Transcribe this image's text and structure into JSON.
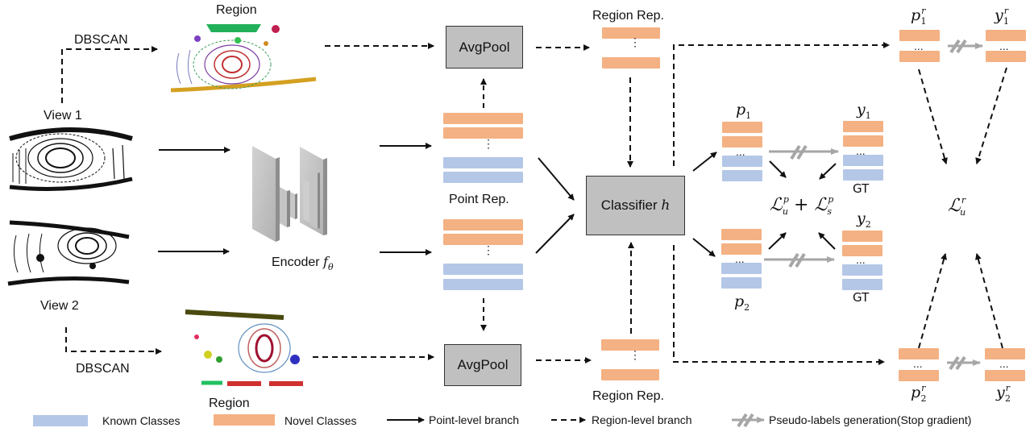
{
  "labels": {
    "dbscan_top": "DBSCAN",
    "dbscan_bottom": "DBSCAN",
    "region_top": "Region",
    "region_bottom": "Region",
    "view1": "View 1",
    "view2": "View 2",
    "encoder": "Encoder",
    "encoder_symbol": "f",
    "encoder_sub": "θ",
    "avgpool_top": "AvgPool",
    "avgpool_bottom": "AvgPool",
    "region_rep_top": "Region Rep.",
    "region_rep_bottom": "Region Rep.",
    "point_rep": "Point Rep.",
    "classifier": "Classifier",
    "classifier_symbol": "h",
    "p1": "p",
    "p1_sub": "1",
    "p2": "p",
    "p2_sub": "2",
    "y1": "y",
    "y1_sub": "1",
    "y2": "y",
    "y2_sub": "2",
    "gt1": "GT",
    "gt2": "GT",
    "p1r": "p",
    "p1r_sub": "1",
    "p1r_sup": "r",
    "y1r": "y",
    "y1r_sub": "1",
    "y1r_sup": "r",
    "p2r": "p",
    "p2r_sub": "2",
    "p2r_sup": "r",
    "y2r": "y",
    "y2r_sub": "2",
    "y2r_sup": "r",
    "loss_point": "ℒ",
    "loss_point_u_sub": "u",
    "loss_point_u_sup": "p",
    "loss_plus": "+",
    "loss_point_s_sub": "s",
    "loss_point_s_sup": "p",
    "loss_region": "ℒ",
    "loss_region_sub": "u",
    "loss_region_sup": "r",
    "ellipsis": "...",
    "vdots": "⋮"
  },
  "legend": {
    "known": "Known Classes",
    "novel": "Novel Classes",
    "point_branch": "Point-level branch",
    "region_branch": "Region-level branch",
    "pseudo": "Pseudo-labels generation(Stop gradient)"
  },
  "colors": {
    "novel": "#f4b183",
    "known": "#b4c7e7",
    "box_fill": "#c0c0c0",
    "pseudo_arrow": "#a6a6a6",
    "line": "#111111"
  }
}
